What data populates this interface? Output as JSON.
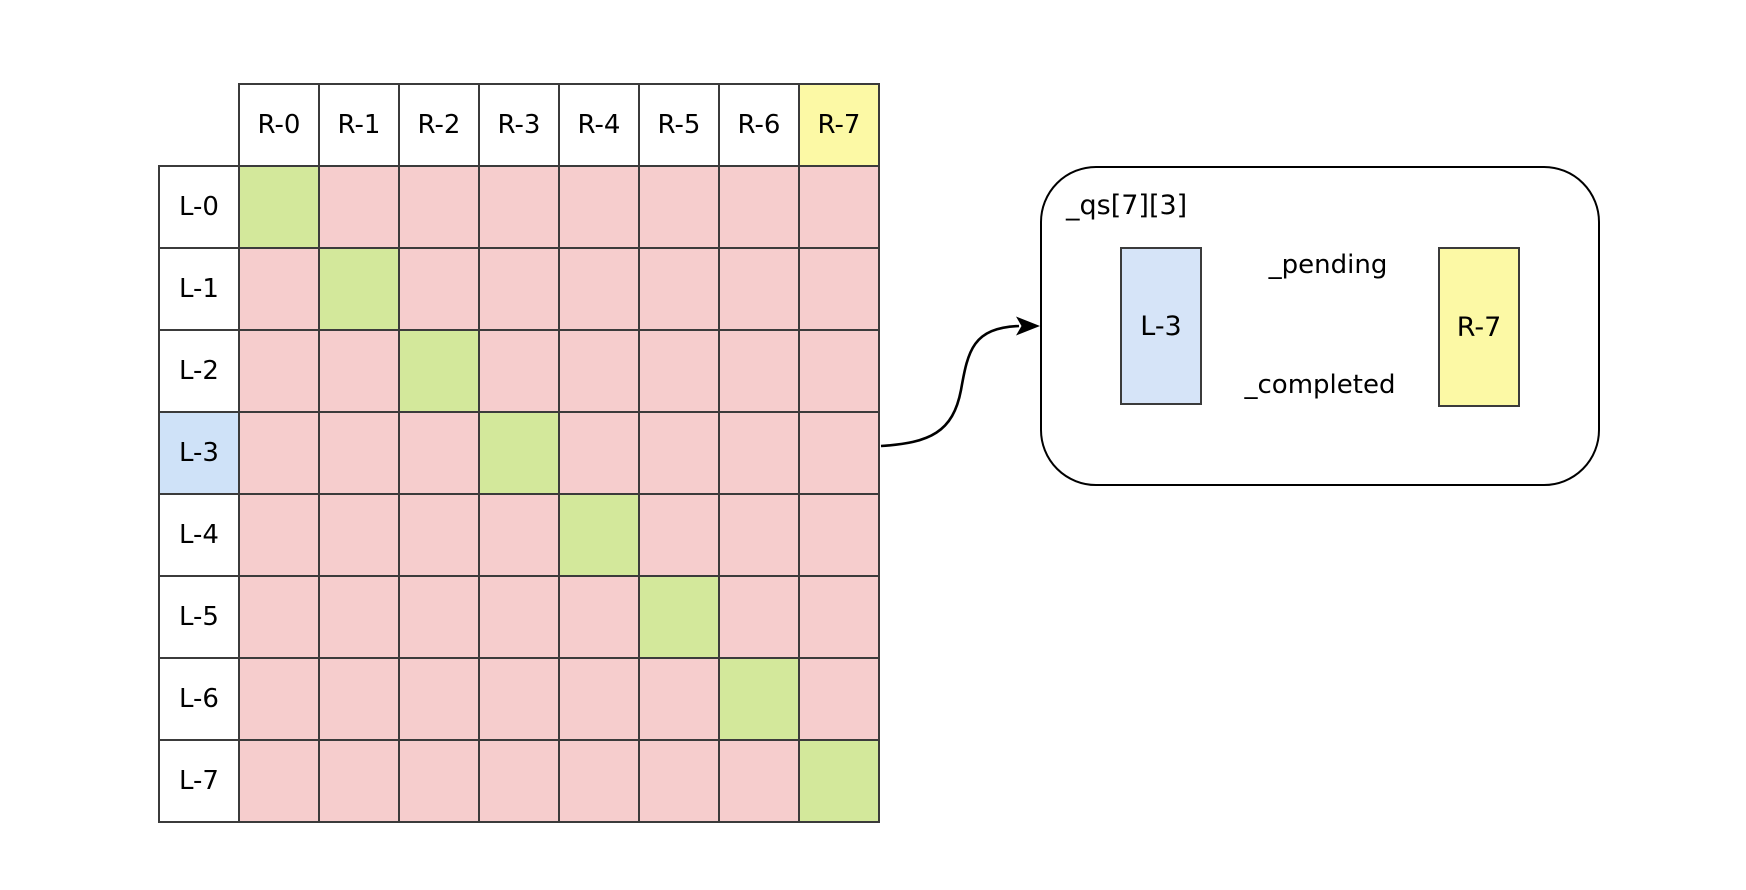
{
  "grid": {
    "col_headers": [
      "R-0",
      "R-1",
      "R-2",
      "R-3",
      "R-4",
      "R-5",
      "R-6",
      "R-7"
    ],
    "row_headers": [
      "L-0",
      "L-1",
      "L-2",
      "L-3",
      "L-4",
      "L-5",
      "L-6",
      "L-7"
    ],
    "highlighted_col": "R-7",
    "highlighted_row": "L-3",
    "cell_matrix": [
      [
        "match",
        "mismatch",
        "mismatch",
        "mismatch",
        "mismatch",
        "mismatch",
        "mismatch",
        "mismatch"
      ],
      [
        "mismatch",
        "match",
        "mismatch",
        "mismatch",
        "mismatch",
        "mismatch",
        "mismatch",
        "mismatch"
      ],
      [
        "mismatch",
        "mismatch",
        "match",
        "mismatch",
        "mismatch",
        "mismatch",
        "mismatch",
        "mismatch"
      ],
      [
        "mismatch",
        "mismatch",
        "mismatch",
        "match",
        "mismatch",
        "mismatch",
        "mismatch",
        "mismatch"
      ],
      [
        "mismatch",
        "mismatch",
        "mismatch",
        "mismatch",
        "match",
        "mismatch",
        "mismatch",
        "mismatch"
      ],
      [
        "mismatch",
        "mismatch",
        "mismatch",
        "mismatch",
        "mismatch",
        "match",
        "mismatch",
        "mismatch"
      ],
      [
        "mismatch",
        "mismatch",
        "mismatch",
        "mismatch",
        "mismatch",
        "mismatch",
        "match",
        "mismatch"
      ],
      [
        "mismatch",
        "mismatch",
        "mismatch",
        "mismatch",
        "mismatch",
        "mismatch",
        "mismatch",
        "match"
      ]
    ]
  },
  "detail": {
    "title": "_qs[7][3]",
    "source_node": "L-3",
    "target_node": "R-7",
    "forward_arrow_label": "_pending",
    "back_arrow_label": "_completed"
  },
  "colors": {
    "cell_mismatch_pink": "#f6cdcd",
    "cell_match_green": "#d3e89b",
    "row_highlight_blue": "#cfe2f8",
    "col_highlight_yellow": "#fcf9a5",
    "grid_border": "#3b3b3b",
    "panel_border": "#000000"
  }
}
